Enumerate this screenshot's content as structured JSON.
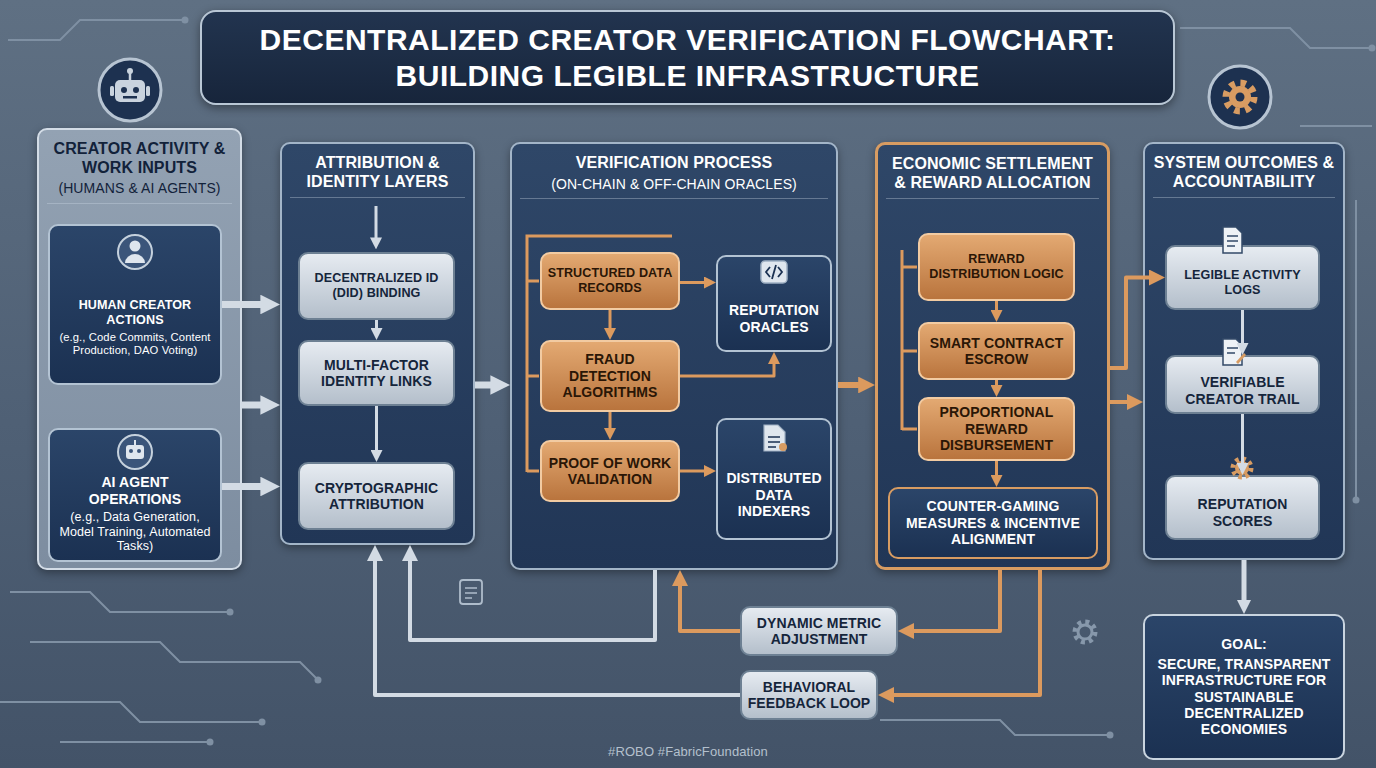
{
  "diagram": {
    "title": "DECENTRALIZED CREATOR VERIFICATION FLOWCHART: BUILDING LEGIBLE INFRASTRUCTURE",
    "nodes": [
      {
        "text": [
          "CREATOR ACTIVITY & WORK INPUTS",
          "(HUMANS & AI AGENTS)"
        ]
      },
      {
        "text": [
          "HUMAN CREATOR ACTIONS",
          "(e.g., Code Commits, Content Production, DAO Voting)"
        ],
        "in": 0
      },
      {
        "text": [
          "AI AGENT OPERATIONS",
          "(e.g., Data Generation, Model Training, Automated Tasks)"
        ],
        "in": 0
      },
      {
        "text": [
          "ATTRIBUTION & IDENTITY LAYERS"
        ]
      },
      {
        "text": [
          "DECENTRALIZED ID (DID) BINDING"
        ],
        "in": 3
      },
      {
        "text": [
          "MULTI-FACTOR IDENTITY LINKS"
        ],
        "in": 3
      },
      {
        "text": [
          "CRYPTOGRAPHIC ATTRIBUTION"
        ],
        "in": 3
      },
      {
        "text": [
          "VERIFICATION PROCESS",
          "(ON-CHAIN & OFF-CHAIN ORACLES)"
        ]
      },
      {
        "text": [
          "STRUCTURED DATA RECORDS"
        ],
        "in": 7
      },
      {
        "text": [
          "FRAUD DETECTION ALGORITHMS"
        ],
        "in": 7
      },
      {
        "text": [
          "PROOF OF WORK VALIDATION"
        ],
        "in": 7
      },
      {
        "text": [
          "REPUTATION ORACLES"
        ],
        "in": 7
      },
      {
        "text": [
          "DISTRIBUTED DATA INDEXERS"
        ],
        "in": 7
      },
      {
        "text": [
          "ECONOMIC SETTLEMENT & REWARD ALLOCATION"
        ]
      },
      {
        "text": [
          "REWARD DISTRIBUTION LOGIC"
        ],
        "in": 13
      },
      {
        "text": [
          "SMART CONTRACT ESCROW"
        ],
        "in": 13
      },
      {
        "text": [
          "PROPORTIONAL REWARD DISBURSEMENT"
        ],
        "in": 13
      },
      {
        "text": [
          "COUNTER-GAMING MEASURES & INCENTIVE ALIGNMENT"
        ],
        "in": 13
      },
      {
        "text": [
          "SYSTEM OUTCOMES & ACCOUNTABILITY"
        ]
      },
      {
        "text": [
          "LEGIBLE ACTIVITY LOGS"
        ],
        "in": 18
      },
      {
        "text": [
          "VERIFIABLE CREATOR TRAIL"
        ],
        "in": 18
      },
      {
        "text": [
          "REPUTATION SCORES"
        ],
        "in": 18
      },
      {
        "text": [
          "GOAL:",
          "SECURE, TRANSPARENT INFRASTRUCTURE FOR SUSTAINABLE DECENTRALIZED ECONOMIES"
        ]
      },
      {
        "text": [
          "DYNAMIC METRIC ADJUSTMENT"
        ]
      },
      {
        "text": [
          "BEHAVIORAL FEEDBACK LOOP"
        ]
      }
    ],
    "edges": [
      {
        "from": 1,
        "to": 3,
        "arrow": "to"
      },
      {
        "from": 0,
        "to": 3,
        "arrow": "to"
      },
      {
        "from": 2,
        "to": 3,
        "arrow": "to"
      },
      {
        "from": 4,
        "to": 5,
        "arrow": "to"
      },
      {
        "from": 5,
        "to": 6,
        "arrow": "to"
      },
      {
        "from": 3,
        "to": 7,
        "arrow": "to"
      },
      {
        "from": 8,
        "to": 9,
        "arrow": "to"
      },
      {
        "from": 9,
        "to": 10,
        "arrow": "to"
      },
      {
        "from": 8,
        "to": 11,
        "arrow": "to"
      },
      {
        "from": 9,
        "to": 11,
        "arrow": "to"
      },
      {
        "from": 10,
        "to": 12,
        "arrow": "to"
      },
      {
        "from": 7,
        "to": 13,
        "arrow": "to"
      },
      {
        "from": 14,
        "to": 15,
        "arrow": "to"
      },
      {
        "from": 15,
        "to": 16,
        "arrow": "to"
      },
      {
        "from": 16,
        "to": 17,
        "arrow": "to"
      },
      {
        "from": 13,
        "to": 19,
        "arrow": "to"
      },
      {
        "from": 13,
        "to": 18,
        "arrow": "to"
      },
      {
        "from": 19,
        "to": 20,
        "arrow": "to"
      },
      {
        "from": 20,
        "to": 21,
        "arrow": "to"
      },
      {
        "from": 18,
        "to": 22,
        "arrow": "to"
      },
      {
        "from": 13,
        "to": 23,
        "arrow": "to"
      },
      {
        "from": 23,
        "to": 7,
        "arrow": "to"
      },
      {
        "from": 13,
        "to": 24,
        "arrow": "to"
      },
      {
        "from": 24,
        "to": 3,
        "arrow": "to"
      },
      {
        "from": 7,
        "to": 3,
        "arrow": "to"
      }
    ],
    "labels": [
      "#ROBO #FabricFoundation"
    ]
  }
}
